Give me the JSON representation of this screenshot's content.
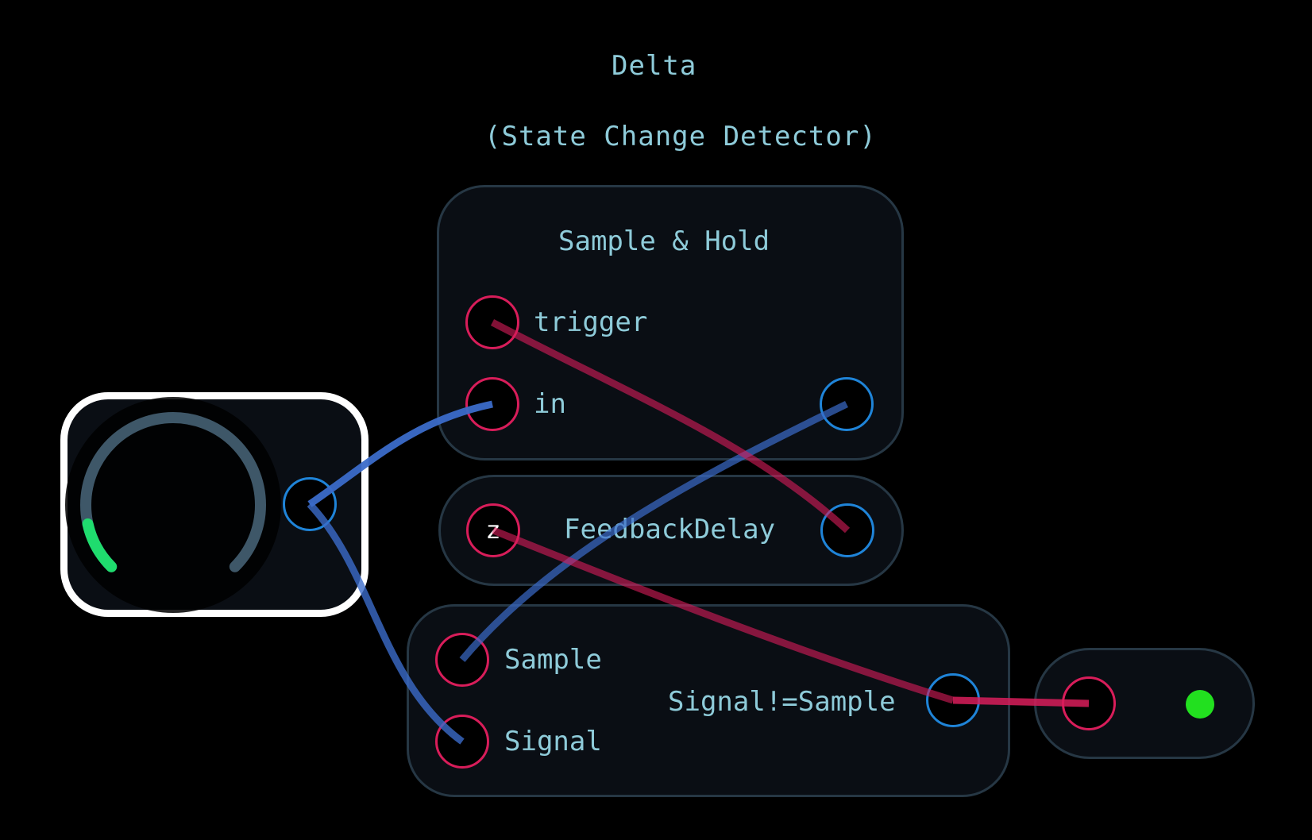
{
  "title": {
    "line1": "Delta",
    "line2": "(State Change Detector)"
  },
  "colors": {
    "background": "#000000",
    "node_fill": "#0a0e14",
    "node_border": "#263744",
    "label": "#8ecbd9",
    "input_port": "#d81d5a",
    "output_port": "#1f84d8",
    "wire_blue": "#3b6bc9",
    "wire_red": "#d81d5a",
    "knob_track": "#3e5768",
    "knob_value": "#1fdc6e",
    "led_on": "#22e01f",
    "selection": "#ffffff"
  },
  "knob": {
    "value": 0.12
  },
  "sample_hold": {
    "title": "Sample & Hold",
    "inputs": [
      "trigger",
      "in"
    ]
  },
  "feedback_delay": {
    "input_glyph": "z",
    "title": "FeedbackDelay"
  },
  "compare": {
    "title": "Signal!=Sample",
    "inputs": [
      "Sample",
      "Signal"
    ]
  },
  "output_led": {
    "state": "on"
  }
}
